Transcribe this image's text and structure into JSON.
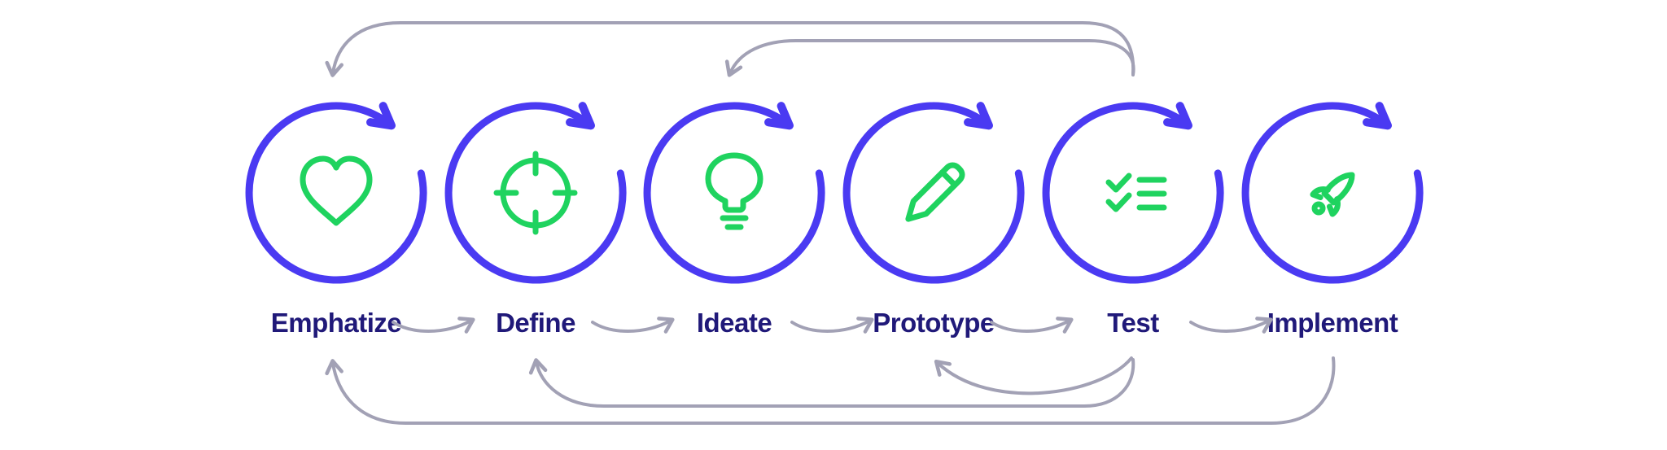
{
  "diagram": {
    "stages": [
      {
        "label": "Emphatize",
        "icon": "heart-icon"
      },
      {
        "label": "Define",
        "icon": "target-icon"
      },
      {
        "label": "Ideate",
        "icon": "lightbulb-icon"
      },
      {
        "label": "Prototype",
        "icon": "pencil-icon"
      },
      {
        "label": "Test",
        "icon": "checklist-icon"
      },
      {
        "label": "Implement",
        "icon": "rocket-icon"
      }
    ],
    "feedback_arrows": [
      {
        "from": "Test",
        "to": "Emphatize",
        "position": "top"
      },
      {
        "from": "Test",
        "to": "Ideate",
        "position": "top"
      },
      {
        "from": "Implement",
        "to": "Emphatize",
        "position": "bottom"
      },
      {
        "from": "Test",
        "to": "Define",
        "position": "bottom"
      },
      {
        "from": "Test",
        "to": "Prototype",
        "position": "bottom"
      }
    ],
    "colors": {
      "stage_circle": "#4A3AF2",
      "icon_green": "#1FD35F",
      "label_navy": "#201979",
      "connector_gray": "#A2A1B5",
      "background": "#FFFFFF"
    }
  }
}
